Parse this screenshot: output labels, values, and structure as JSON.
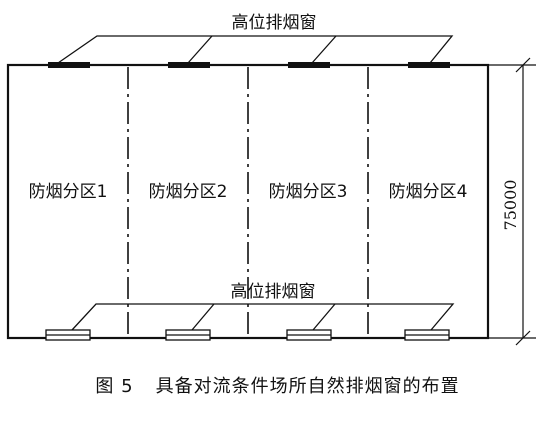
{
  "top_window_label": "高位排烟窗",
  "bottom_window_label": "高位排烟窗",
  "zones": [
    {
      "label": "防烟分区1"
    },
    {
      "label": "防烟分区2"
    },
    {
      "label": "防烟分区3"
    },
    {
      "label": "防烟分区4"
    }
  ],
  "dimension": "75000",
  "caption": {
    "figure_number": "图 5",
    "title": "具备对流条件场所自然排烟窗的布置"
  }
}
